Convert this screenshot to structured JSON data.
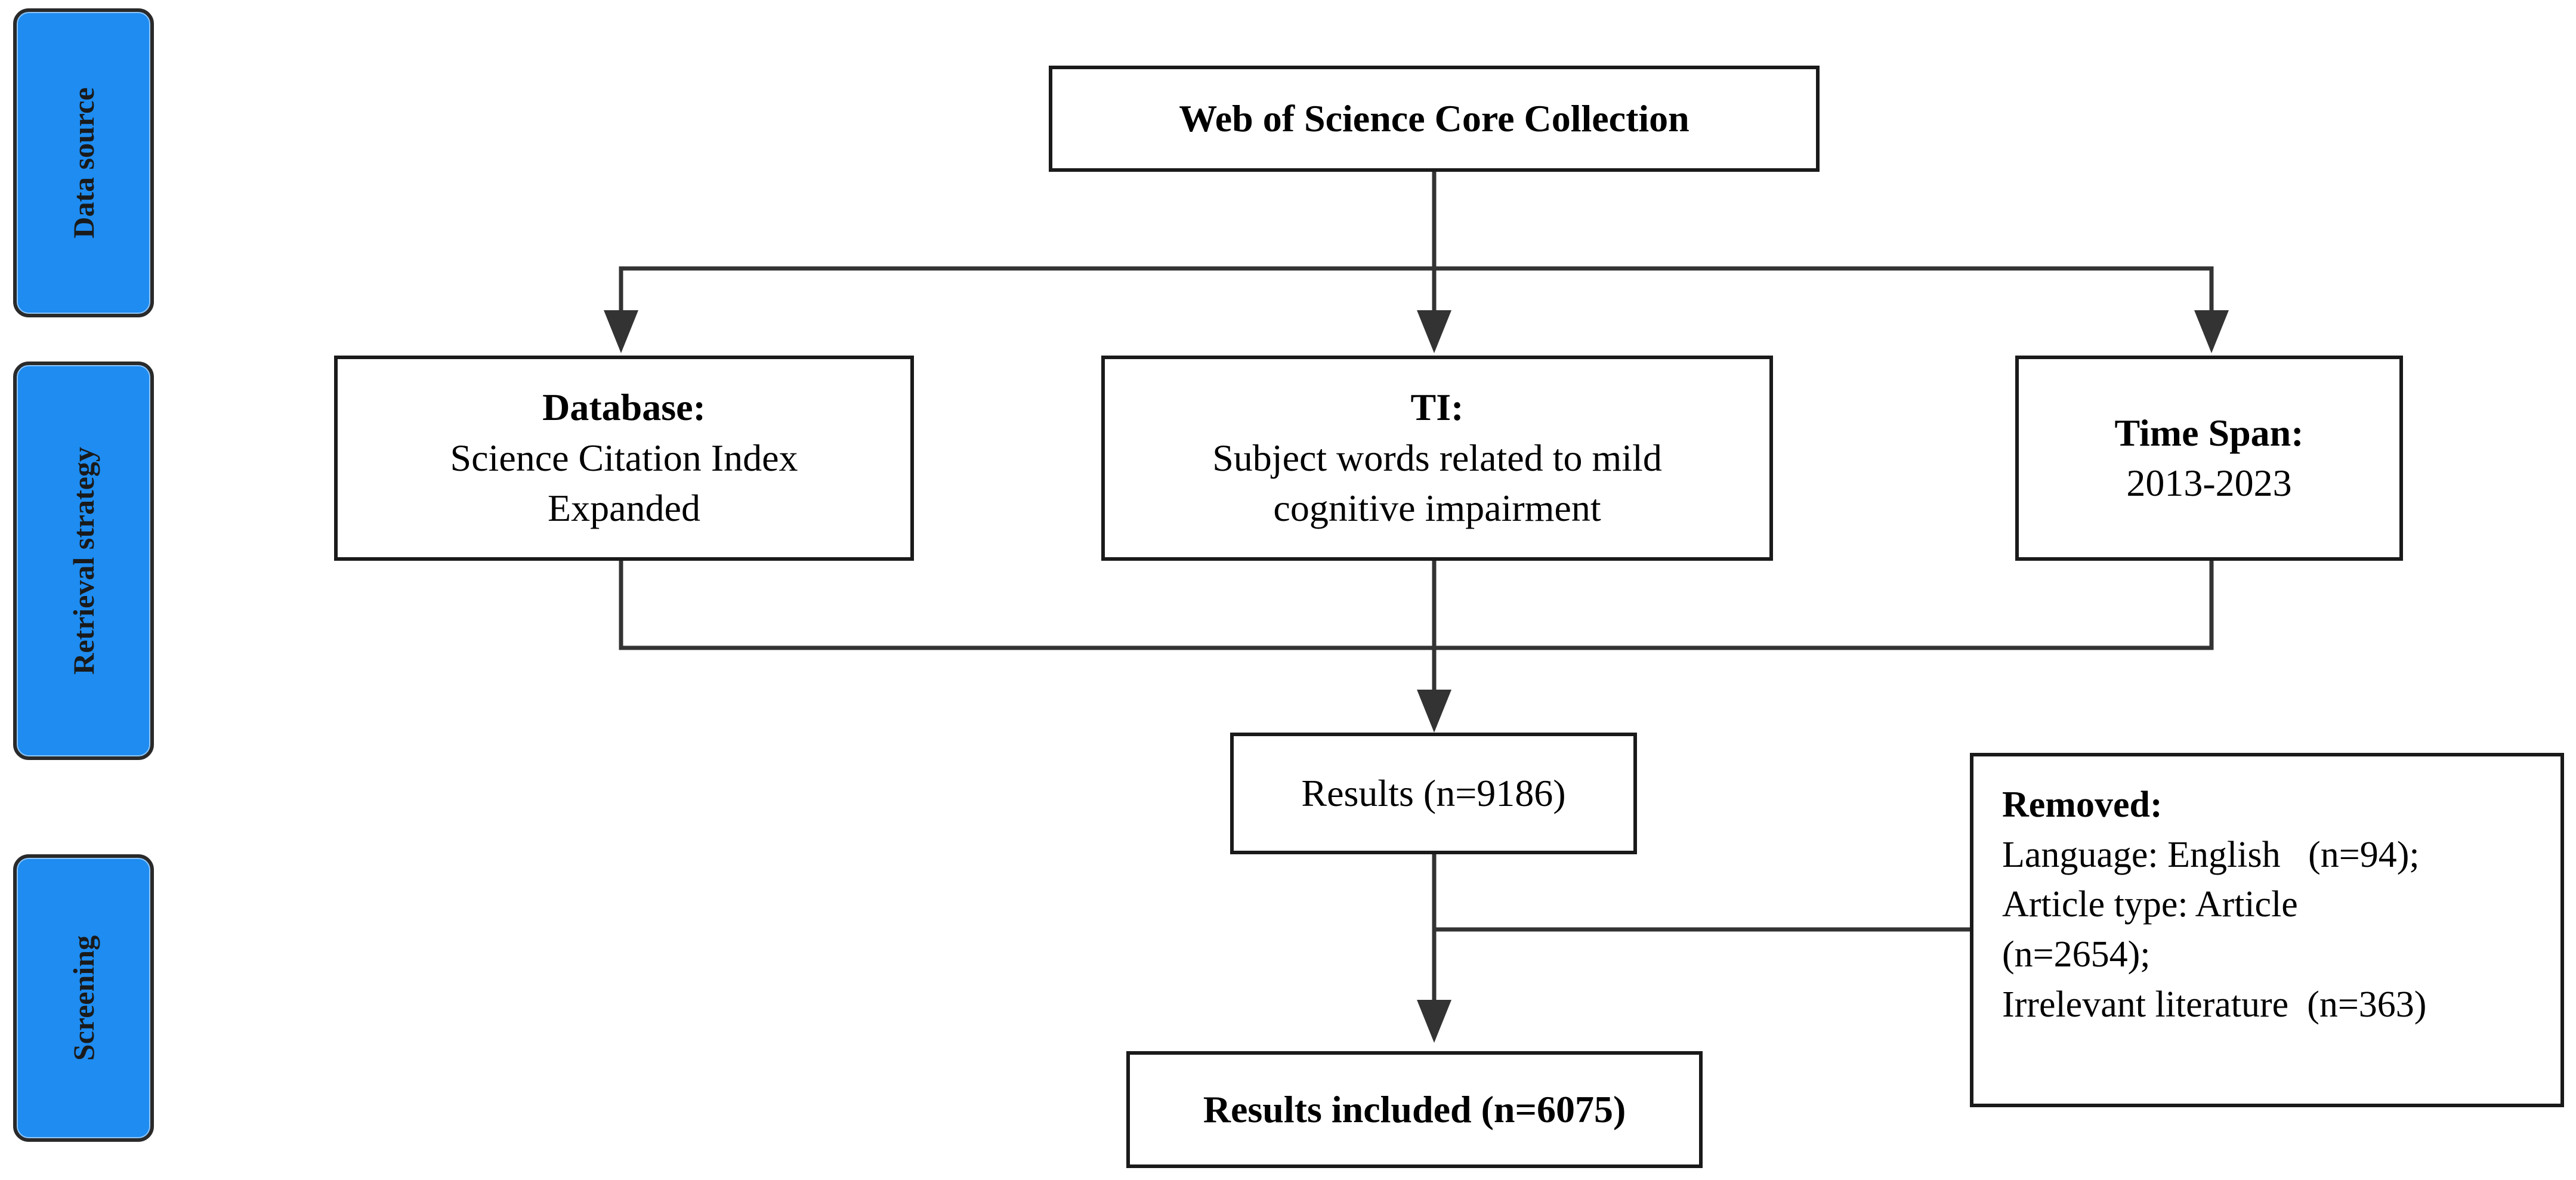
{
  "stages": [
    {
      "label": "Data source"
    },
    {
      "label": "Retrieval strategy"
    },
    {
      "label": "Screening"
    }
  ],
  "boxes": {
    "source": {
      "title": "Web of Science Core Collection"
    },
    "database": {
      "title": "Database:",
      "line1": "Science Citation Index",
      "line2": "Expanded"
    },
    "ti": {
      "title": "TI:",
      "line1": "Subject words related to mild",
      "line2": "cognitive impairment"
    },
    "timespan": {
      "title": "Time Span:",
      "line1": "2013-2023"
    },
    "results": {
      "text": "Results (n=9186)"
    },
    "removed": {
      "title": "Removed:",
      "lines": [
        "Language: English   (n=94);",
        "Article type: Article",
        "(n=2654);",
        "Irrelevant literature  (n=363)"
      ]
    },
    "included": {
      "title": "Results included (n=6075)"
    }
  },
  "colors": {
    "stage_fill": "#1e8cf0",
    "line": "#333333",
    "box_border": "#1a1a1a"
  }
}
